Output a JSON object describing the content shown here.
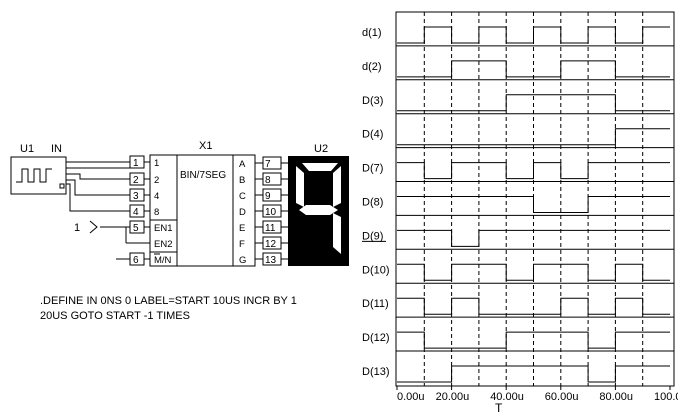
{
  "schematic": {
    "u1": {
      "ref": "U1",
      "label": "IN"
    },
    "x1": {
      "ref": "X1",
      "function": "BIN/7SEG",
      "inputs": [
        "1",
        "2",
        "4",
        "8",
        "EN1",
        "EN2",
        "M/N"
      ],
      "outputs": [
        "A",
        "B",
        "C",
        "D",
        "E",
        "F",
        "G"
      ]
    },
    "u2": {
      "ref": "U2"
    },
    "input_nodes": [
      "1",
      "2",
      "3",
      "4",
      "5",
      "6"
    ],
    "output_nodes": [
      "7",
      "8",
      "9",
      "10",
      "11",
      "12",
      "13"
    ],
    "enable_source": "1",
    "directive_lines": [
      ".DEFINE IN 0NS 0 LABEL=START 10US INCR BY 1",
      "20US GOTO START -1 TIMES"
    ]
  },
  "timing": {
    "x_axis_label": "T",
    "tick_labels": [
      "0.00u",
      "20.00u",
      "40.00u",
      "60.00u",
      "80.00u",
      "100.00u"
    ],
    "signals": [
      {
        "name": "d(1)",
        "transitions": [
          0,
          1,
          0,
          1,
          0,
          1,
          0,
          1,
          0,
          1
        ]
      },
      {
        "name": "d(2)",
        "transitions": [
          0,
          0,
          1,
          1,
          0,
          0,
          1,
          1,
          0,
          0
        ]
      },
      {
        "name": "D(3)",
        "transitions": [
          0,
          0,
          0,
          0,
          1,
          1,
          1,
          1,
          0,
          0
        ]
      },
      {
        "name": "D(4)",
        "transitions": [
          0,
          0,
          0,
          0,
          0,
          0,
          0,
          0,
          1,
          1
        ]
      },
      {
        "name": "D(7)",
        "transitions": [
          1,
          0,
          1,
          1,
          0,
          1,
          0,
          1,
          1,
          1
        ]
      },
      {
        "name": "D(8)",
        "transitions": [
          1,
          1,
          1,
          1,
          1,
          0,
          0,
          1,
          1,
          1
        ]
      },
      {
        "name": "D(9)",
        "transitions": [
          1,
          1,
          0,
          1,
          1,
          1,
          1,
          1,
          1,
          1
        ]
      },
      {
        "name": "D(10)",
        "transitions": [
          1,
          0,
          1,
          1,
          0,
          1,
          1,
          0,
          1,
          0
        ]
      },
      {
        "name": "D(11)",
        "transitions": [
          1,
          0,
          1,
          0,
          0,
          0,
          1,
          0,
          1,
          0
        ]
      },
      {
        "name": "D(12)",
        "transitions": [
          1,
          0,
          0,
          0,
          1,
          1,
          1,
          0,
          1,
          1
        ]
      },
      {
        "name": "D(13)",
        "transitions": [
          0,
          0,
          1,
          1,
          1,
          1,
          1,
          0,
          1,
          1
        ]
      }
    ],
    "underlined_signal": "D(9)"
  }
}
